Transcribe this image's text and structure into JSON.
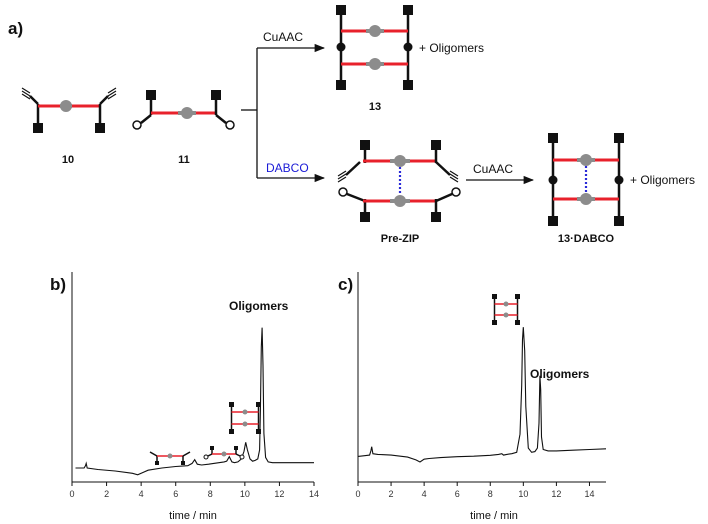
{
  "scheme": {
    "panel_label": "a)",
    "compound_10": "10",
    "compound_11": "11",
    "compound_13": "13",
    "compound_prezip": "Pre-ZIP",
    "compound_13dabco": "13·DABCO",
    "reagent_top": "CuAAC",
    "reagent_dabco": "DABCO",
    "reagent_right": "CuAAC",
    "oligomers_top": "+ Oligomers",
    "oligomers_right": "+ Oligomers",
    "colors": {
      "linker": "#e8212b",
      "core": "#8c8c8c",
      "bond": "#111111",
      "dabco_text": "#1a1ad6",
      "dabco_link": "#2a2ad8"
    }
  },
  "chromatogram_b": {
    "panel_label": "b)",
    "peak_label": "Oligomers",
    "xlabel": "time / min",
    "xticks": [
      "0",
      "2",
      "4",
      "6",
      "8",
      "10",
      "12",
      "14"
    ]
  },
  "chromatogram_c": {
    "panel_label": "c)",
    "peak_label": "Oligomers",
    "xlabel": "time / min",
    "xticks": [
      "0",
      "2",
      "4",
      "6",
      "8",
      "10",
      "12",
      "14"
    ]
  },
  "chart_data": [
    {
      "type": "line",
      "title": "",
      "xlabel": "time / min",
      "ylabel": "",
      "xlim": [
        0,
        14
      ],
      "grid": false,
      "series": [
        {
          "x": [
            0.2,
            0.7,
            0.78,
            0.82,
            0.88,
            1.5,
            2.5,
            3.5,
            3.8,
            4.1,
            4.4,
            5.2,
            6.0,
            6.7,
            6.95,
            7.1,
            7.25,
            7.5,
            7.9,
            8.2,
            8.5,
            8.8,
            8.95,
            9.1,
            9.25,
            9.4,
            9.6,
            9.8,
            9.95,
            10.05,
            10.15,
            10.3,
            10.45,
            10.6,
            10.75,
            10.85,
            10.9,
            10.95,
            11.0,
            11.05,
            11.1,
            11.2,
            11.35,
            11.6,
            12.0,
            13.0,
            14.0
          ],
          "y": [
            0.02,
            0.02,
            0.035,
            0.05,
            0.02,
            0.01,
            0.0,
            -0.015,
            -0.025,
            -0.01,
            0.005,
            0.02,
            0.03,
            0.035,
            0.05,
            0.075,
            0.045,
            0.04,
            0.045,
            0.05,
            0.055,
            0.06,
            0.065,
            0.095,
            0.06,
            0.055,
            0.06,
            0.08,
            0.13,
            0.19,
            0.14,
            0.08,
            0.065,
            0.07,
            0.08,
            0.14,
            0.4,
            0.82,
            0.95,
            0.7,
            0.25,
            0.09,
            0.06,
            0.055,
            0.055,
            0.055,
            0.055
          ]
        }
      ],
      "annotations": [
        "Oligomers"
      ]
    },
    {
      "type": "line",
      "title": "",
      "xlabel": "time / min",
      "ylabel": "",
      "xlim": [
        0,
        15
      ],
      "grid": false,
      "series": [
        {
          "x": [
            0.0,
            0.4,
            0.7,
            0.78,
            0.83,
            0.9,
            1.2,
            2.0,
            3.0,
            3.5,
            3.75,
            4.0,
            4.3,
            5.0,
            6.0,
            7.0,
            8.0,
            8.5,
            8.7,
            8.8,
            9.0,
            9.3,
            9.6,
            9.8,
            9.9,
            9.95,
            10.0,
            10.08,
            10.15,
            10.3,
            10.5,
            10.7,
            10.85,
            10.95,
            11.0,
            11.05,
            11.1,
            11.2,
            11.5,
            12.0,
            13.0,
            14.0,
            15.0
          ],
          "y": [
            0.04,
            0.045,
            0.05,
            0.08,
            0.11,
            0.06,
            0.055,
            0.05,
            0.035,
            0.015,
            0.0,
            0.02,
            0.025,
            0.032,
            0.038,
            0.042,
            0.048,
            0.055,
            0.06,
            0.05,
            0.055,
            0.06,
            0.07,
            0.2,
            0.55,
            0.88,
            0.97,
            0.8,
            0.4,
            0.1,
            0.07,
            0.075,
            0.1,
            0.28,
            0.62,
            0.52,
            0.18,
            0.09,
            0.08,
            0.08,
            0.085,
            0.09,
            0.095
          ]
        }
      ],
      "annotations": [
        "Oligomers"
      ]
    }
  ]
}
